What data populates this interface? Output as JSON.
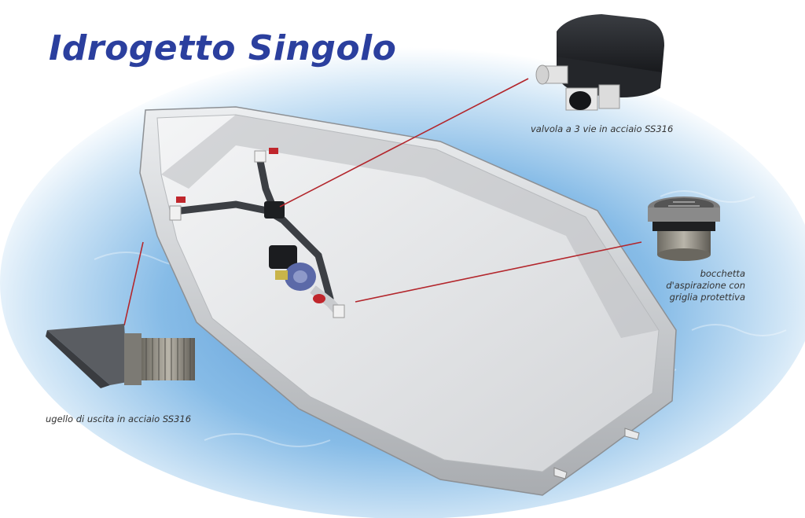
{
  "title": "Idrogetto Singolo",
  "callouts": {
    "valve": "valvola a 3 vie in acciaio SS316",
    "intake_line1": "bocchetta",
    "intake_line2": "d'aspirazione con",
    "intake_line3": "griglia protettiva",
    "nozzle": "ugello di uscita in acciaio SS316"
  },
  "colors": {
    "title": "#2b3f9e",
    "leader_line": "#b3262c",
    "water": "#5b9fd6",
    "hull": "#d8dadc"
  }
}
